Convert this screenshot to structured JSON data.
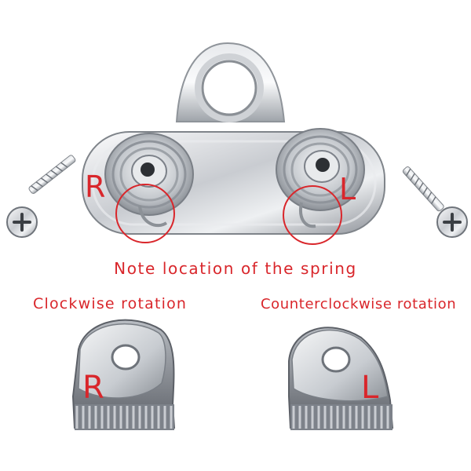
{
  "labels": {
    "note": "Note location of the spring",
    "clockwise": "Clockwise rotation",
    "counterclockwise": "Counterclockwise rotation",
    "right_marker_top": "R",
    "left_marker_top": "L",
    "right_marker_cam": "R",
    "left_marker_cam": "L"
  },
  "colors": {
    "annotation": "#d9262b",
    "metal_light": "#f2f3f5",
    "metal_mid": "#bfc3c8",
    "metal_dark": "#6e737a",
    "background": "#ffffff"
  }
}
